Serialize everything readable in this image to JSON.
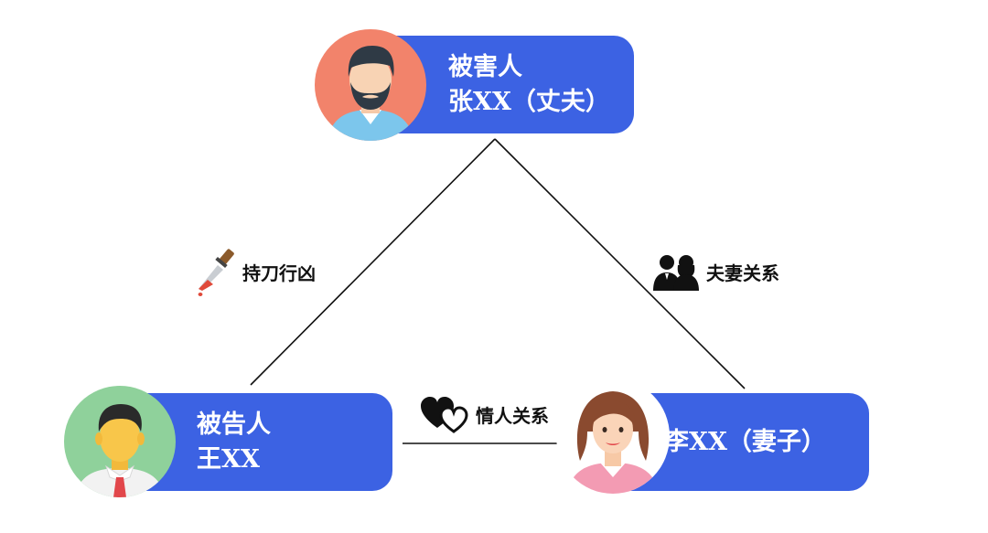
{
  "victim": {
    "role": "被害人",
    "name": "张XX（丈夫）"
  },
  "defendant": {
    "role": "被告人",
    "name": "王XX"
  },
  "wife": {
    "name": "李XX（妻子）"
  },
  "relations": {
    "stabbing": "持刀行凶",
    "marriage": "夫妻关系",
    "affair": "情人关系"
  },
  "colors": {
    "card": "#3c62e3",
    "victim_avatar_bg": "#f2836b",
    "defendant_avatar_bg": "#8fd19b",
    "wife_avatar_bg": "#ffffff",
    "line": "#111111"
  },
  "icons": {
    "victim": "bearded-man-icon",
    "defendant": "man-with-tie-icon",
    "wife": "woman-icon",
    "stabbing": "bloody-knife-icon",
    "marriage": "couple-icon",
    "affair": "two-hearts-icon"
  }
}
